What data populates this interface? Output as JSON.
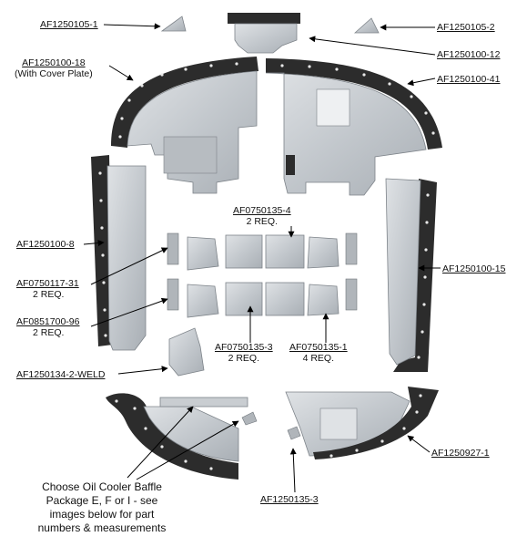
{
  "labels": {
    "af1250105_1": "AF1250105-1",
    "af1250105_2": "AF1250105-2",
    "af1250100_12": "AF1250100-12",
    "af1250100_18": "AF1250100-18",
    "af1250100_18_note": "(With Cover Plate)",
    "af1250100_41": "AF1250100-41",
    "af0750135_4": "AF0750135-4",
    "af0750135_4_qty": "2 REQ.",
    "af1250100_8": "AF1250100-8",
    "af1250100_15": "AF1250100-15",
    "af0750117_31": "AF0750117-31",
    "af0750117_31_qty": "2 REQ.",
    "af0851700_96": "AF0851700-96",
    "af0851700_96_qty": "2 REQ.",
    "af0750135_3": "AF0750135-3",
    "af0750135_3_qty": "2 REQ.",
    "af0750135_1": "AF0750135-1",
    "af0750135_1_qty": "4 REQ.",
    "af1250134_2_weld": "AF1250134-2-WELD",
    "af1250927_1": "AF1250927-1",
    "af1250135_3": "AF1250135-3"
  },
  "note": {
    "line1": "Choose Oil Cooler Baffle",
    "line2": "Package E, F or I - see",
    "line3": "images below for part",
    "line4": "numbers & measurements"
  },
  "colors": {
    "rubber": "#2c2c2c",
    "metal": "#c9cdd1",
    "metal_dark": "#9aa0a6",
    "rivet": "#e8e8e8",
    "leader": "#000000"
  }
}
